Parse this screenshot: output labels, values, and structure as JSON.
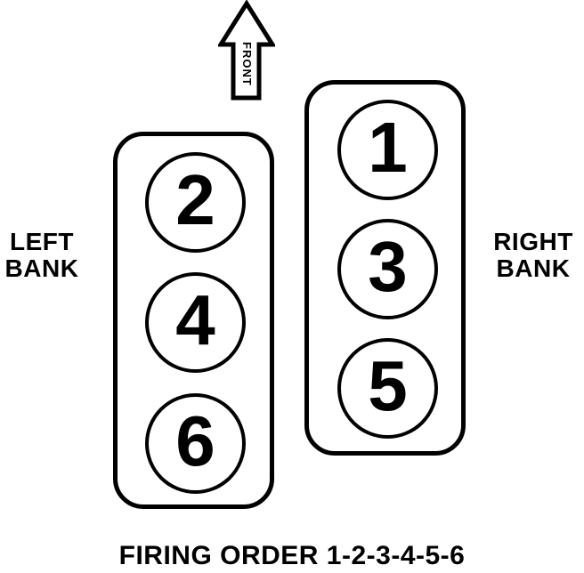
{
  "diagram": {
    "front_label": "FRONT",
    "left_bank": {
      "label_line1": "LEFT",
      "label_line2": "BANK",
      "cylinders": [
        "2",
        "4",
        "6"
      ]
    },
    "right_bank": {
      "label_line1": "RIGHT",
      "label_line2": "BANK",
      "cylinders": [
        "1",
        "3",
        "5"
      ]
    },
    "caption": "FIRING ORDER 1-2-3-4-5-6",
    "colors": {
      "ink": "#000000",
      "background": "#ffffff"
    }
  }
}
